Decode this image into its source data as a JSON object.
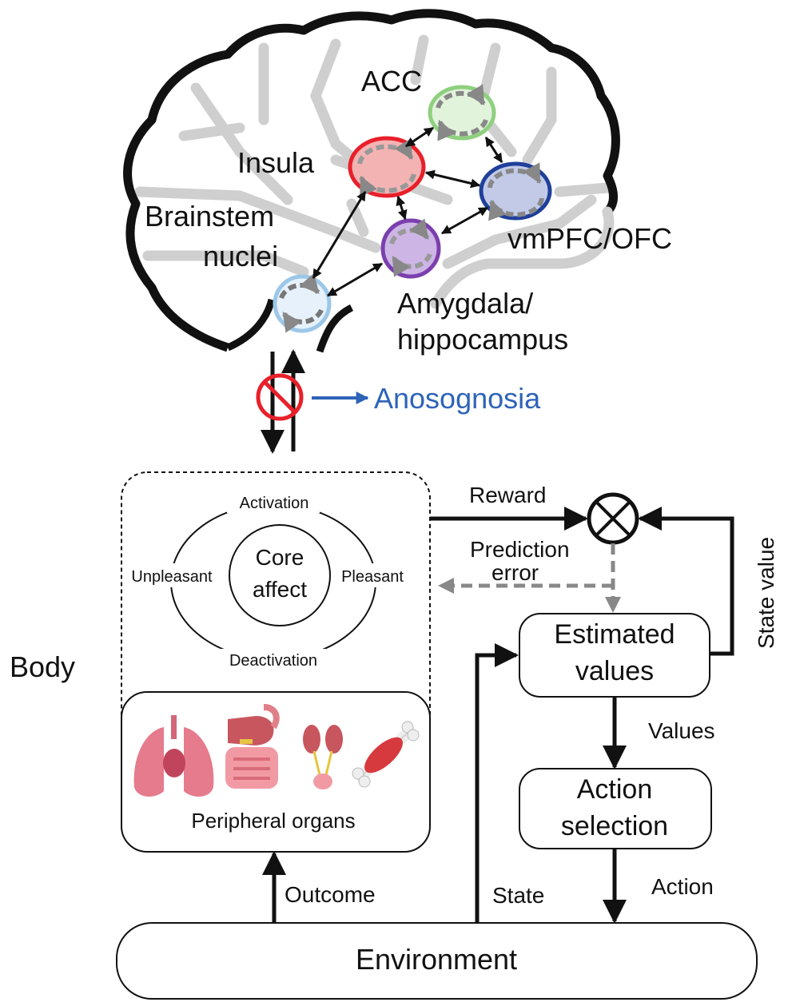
{
  "brain": {
    "regions": {
      "acc": "ACC",
      "insula": "Insula",
      "brainstem_line1": "Brainstem",
      "brainstem_line2": "nuclei",
      "vmpfc": "vmPFC/OFC",
      "amygdala_line1": "Amygdala/",
      "amygdala_line2": "hippocampus"
    },
    "region_colors": {
      "acc": "#8fd07f",
      "insula": "#e8202a",
      "vmpfc": "#1f3f9a",
      "amygdala": "#7b3fae",
      "brainstem": "#9cc7e8"
    }
  },
  "anosognosia": {
    "label": "Anosognosia",
    "color": "#2e63b8"
  },
  "body": {
    "label": "Body",
    "core_affect": {
      "center_line1": "Core",
      "center_line2": "affect",
      "top": "Activation",
      "bottom": "Deactivation",
      "left": "Unpleasant",
      "right": "Pleasant"
    },
    "organs_label": "Peripheral organs",
    "organ_icons": [
      "lungs-icon",
      "stomach-intestine-icon",
      "kidney-bladder-icon",
      "muscle-bone-icon"
    ]
  },
  "loop": {
    "reward": "Reward",
    "prediction_line1": "Prediction",
    "prediction_line2": "error",
    "state_value": "State value",
    "estimated_line1": "Estimated",
    "estimated_line2": "values",
    "values": "Values",
    "action_selection_line1": "Action",
    "action_selection_line2": "selection",
    "action": "Action",
    "state": "State",
    "outcome": "Outcome",
    "environment": "Environment"
  }
}
